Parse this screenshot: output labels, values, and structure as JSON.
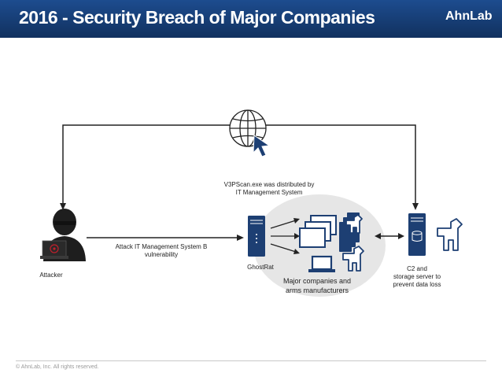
{
  "header": {
    "title": "2016 - Security Breach of Major Companies",
    "logo_text": "AhnLab"
  },
  "labels": {
    "attacker": "Attacker",
    "attack_note_line1": "Attack IT Management System B",
    "attack_note_line2": "vulnerability",
    "distribution_line1": "V3PScan.exe was distributed by",
    "distribution_line2": "IT Management System",
    "ghostrat": "GhostRat",
    "targets_line1": "Major companies and",
    "targets_line2": "arms manufacturers",
    "c2_line1": "C2 and",
    "c2_line2": "storage server to",
    "c2_line3": "prevent data loss"
  },
  "footer": {
    "copyright": "© AhnLab, Inc. All rights reserved."
  },
  "colors": {
    "header_blue": "#17407a",
    "server_blue": "#1d3f73",
    "attacker_dark": "#1e1e1e",
    "hazard_red": "#c0202c",
    "ellipse_gray": "#e6e6e6"
  }
}
